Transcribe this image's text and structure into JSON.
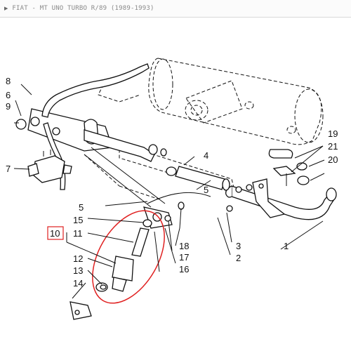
{
  "header": {
    "arrow_icon": "triangle-right-icon",
    "breadcrumb_text": "FIAT - MT UNO TURBO R/89 (1989-1993)"
  },
  "diagram": {
    "accent_color": "#e02020",
    "selected_callout": "10",
    "callouts": {
      "c1": "1",
      "c2": "2",
      "c3": "3",
      "c4": "4",
      "c5a": "5",
      "c5b": "5",
      "c6": "6",
      "c7": "7",
      "c8": "8",
      "c9": "9",
      "c10": "10",
      "c11": "11",
      "c12": "12",
      "c13": "13",
      "c14": "14",
      "c15": "15",
      "c16": "16",
      "c17": "17",
      "c18": "18",
      "c19": "19",
      "c20": "20",
      "c21": "21"
    }
  }
}
